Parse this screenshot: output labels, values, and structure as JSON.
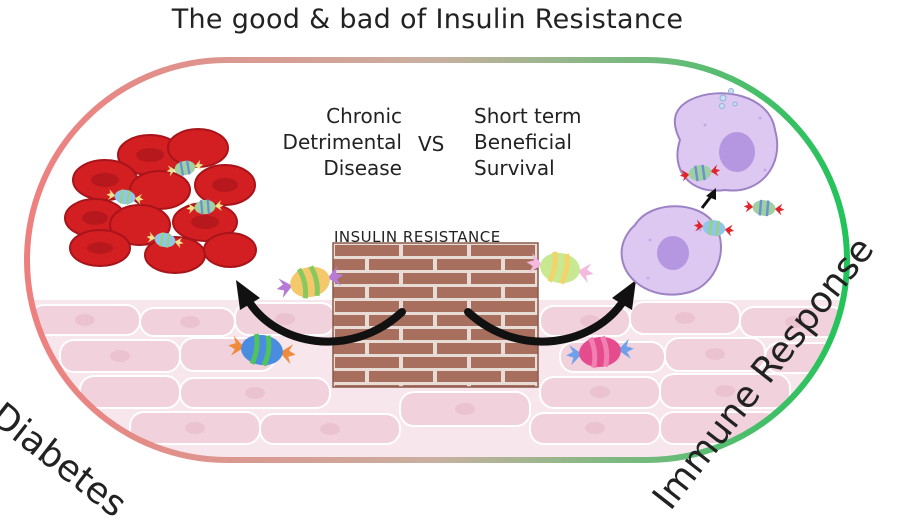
{
  "title": "The good & bad of Insulin Resistance",
  "left_column": {
    "line1": "Chronic",
    "line2": "Detrimental",
    "line3": "Disease"
  },
  "vs_label": "VS",
  "right_column": {
    "line1": "Short term",
    "line2": "Beneficial",
    "line3": "Survival"
  },
  "wall_label": "INSULIN RESISTANCE",
  "left_outcome": "Diabetes",
  "right_outcome": "Immune Response",
  "colors": {
    "gradient_left": "#ee7f7f",
    "gradient_right": "#22c35a",
    "red_cell": "#d41f22",
    "red_cell_dark": "#a8141a",
    "brick": "#a86f5e",
    "brick_mortar": "#e6ddd8",
    "tissue": "#f5e2e8",
    "immune_cell": "#d9c4f0",
    "nucleus": "#b596e0"
  },
  "icons": [
    "red-blood-cell-icon",
    "candy-icon",
    "brick-wall-icon",
    "immune-cell-icon",
    "curved-arrow-icon"
  ]
}
